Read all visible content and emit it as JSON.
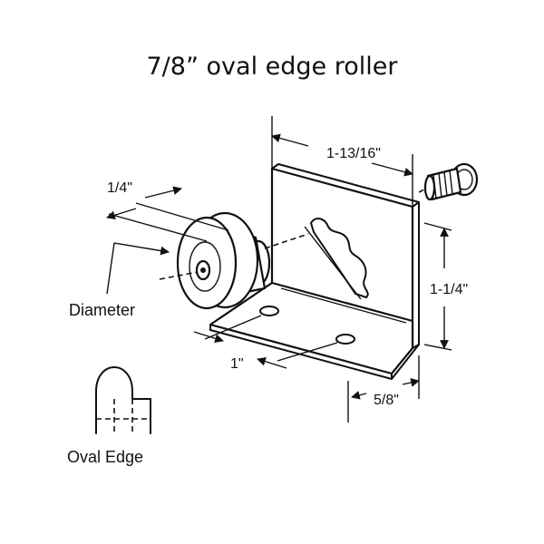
{
  "title": "7/8” oval edge roller",
  "dimensions": {
    "bracket_width": "1-13/16\"",
    "wheel_width": "1/4\"",
    "bracket_height": "1-1/4\"",
    "hole_spacing": "1\"",
    "leg_depth": "5/8\""
  },
  "labels": {
    "diameter": "Diameter",
    "oval_edge": "Oval Edge"
  },
  "colors": {
    "ink": "#111111",
    "background": "#ffffff"
  }
}
